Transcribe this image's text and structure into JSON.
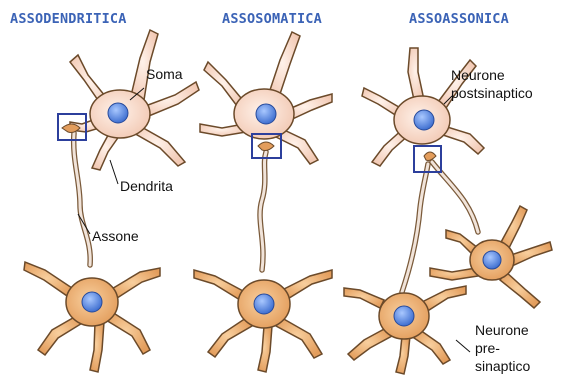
{
  "titles": {
    "left": "ASSODENDRITICA",
    "middle": "ASSOSOMATICA",
    "right": "ASSOASSONICA"
  },
  "labels": {
    "soma": "Soma",
    "dendrita": "Dendrita",
    "assone": "Assone",
    "post_line1": "Neurone",
    "post_line2": "postsinaptico",
    "pre_line1": "Neurone",
    "pre_line2": "pre-",
    "pre_line3": "sinaptico"
  },
  "colors": {
    "title": "#3b63b6",
    "postsynaptic_body": "#f8ddd0",
    "presynaptic_body": "#eeb27a",
    "nucleus": "#5b8fe0",
    "synapse_box": "#2c3f9c",
    "outline": "#6b4a2a"
  }
}
